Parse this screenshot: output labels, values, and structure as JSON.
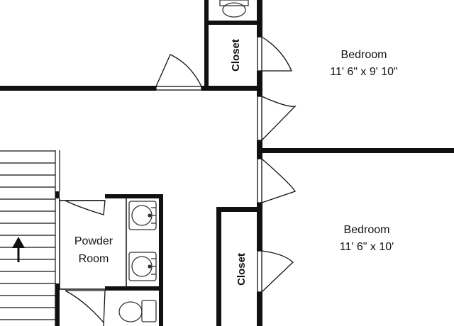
{
  "rooms": {
    "bedroom_top": {
      "name": "Bedroom",
      "dimensions": "11' 6\" x 9' 10\""
    },
    "bedroom_bottom": {
      "name": "Bedroom",
      "dimensions": "11' 6\" x 10'"
    },
    "closet_top": {
      "name": "Closet"
    },
    "closet_bottom": {
      "name": "Closet"
    },
    "powder_room": {
      "line1": "Powder",
      "line2": "Room"
    }
  },
  "colors": {
    "wall": "#111111",
    "background": "#ffffff",
    "fixture": "#333333"
  },
  "icons": [
    "stair-direction-arrow-icon",
    "toilet-icon",
    "sink-icon",
    "door-swing-icon"
  ]
}
